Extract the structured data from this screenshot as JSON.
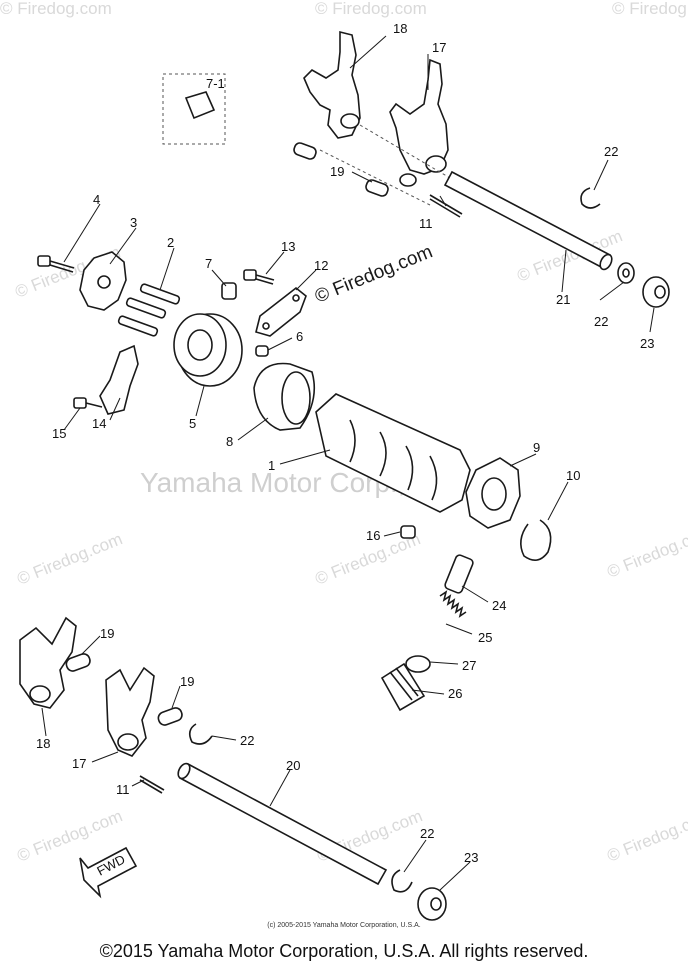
{
  "watermarks": {
    "site": "© Firedog.com",
    "center": "Yamaha Motor Corp., U.S.A.",
    "prominent": "© Firedog.com"
  },
  "callouts": {
    "c1": "1",
    "c2": "2",
    "c3": "3",
    "c4": "4",
    "c5": "5",
    "c6": "6",
    "c7": "7",
    "c7_1": "7-1",
    "c8": "8",
    "c9": "9",
    "c10": "10",
    "c11_top": "11",
    "c11_bottom": "11",
    "c12": "12",
    "c13": "13",
    "c14": "14",
    "c15": "15",
    "c16": "16",
    "c17_top": "17",
    "c17_bottom": "17",
    "c18_top": "18",
    "c18_bottom": "18",
    "c19_top": "19",
    "c19_b1": "19",
    "c19_b2": "19",
    "c20": "20",
    "c21": "21",
    "c22_t1": "22",
    "c22_t2": "22",
    "c22_b1": "22",
    "c22_b2": "22",
    "c23_top": "23",
    "c23_bottom": "23",
    "c24": "24",
    "c25": "25",
    "c26": "26",
    "c27": "27"
  },
  "fwd_label": "FWD",
  "small_credit": "(c) 2005-2015 Yamaha Motor Corporation, U.S.A.",
  "footer": "©2015 Yamaha Motor Corporation, U.S.A. All rights reserved."
}
